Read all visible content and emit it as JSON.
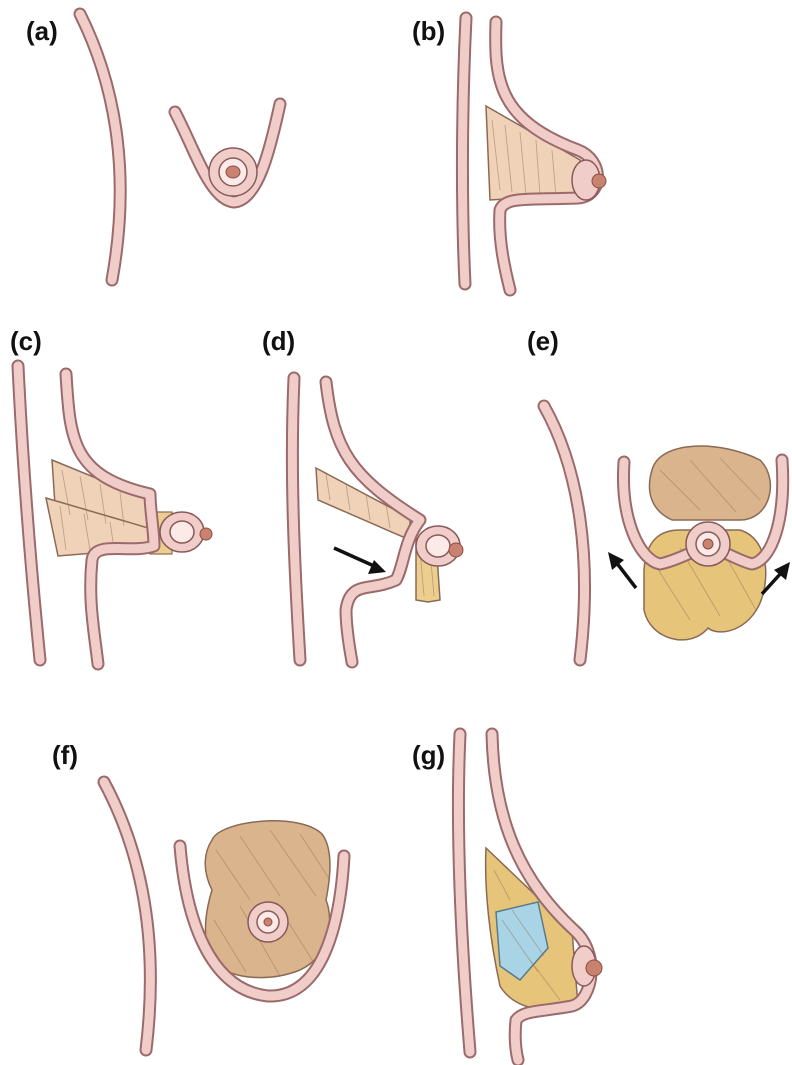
{
  "panels": [
    {
      "id": "a",
      "label": "(a)"
    },
    {
      "id": "b",
      "label": "(b)"
    },
    {
      "id": "c",
      "label": "(c)"
    },
    {
      "id": "d",
      "label": "(d)"
    },
    {
      "id": "e",
      "label": "(e)"
    },
    {
      "id": "f",
      "label": "(f)"
    },
    {
      "id": "g",
      "label": "(g)"
    }
  ],
  "colors": {
    "skin_outline": "#9b6a6a",
    "skin_fill": "#f1cdc9",
    "breast_tissue": "#f0d2b8",
    "muscle": "#d9b48d",
    "implant_yellow": "#e6c47a",
    "implant_blue": "#a8d4e6",
    "nipple": "#c9826f"
  }
}
